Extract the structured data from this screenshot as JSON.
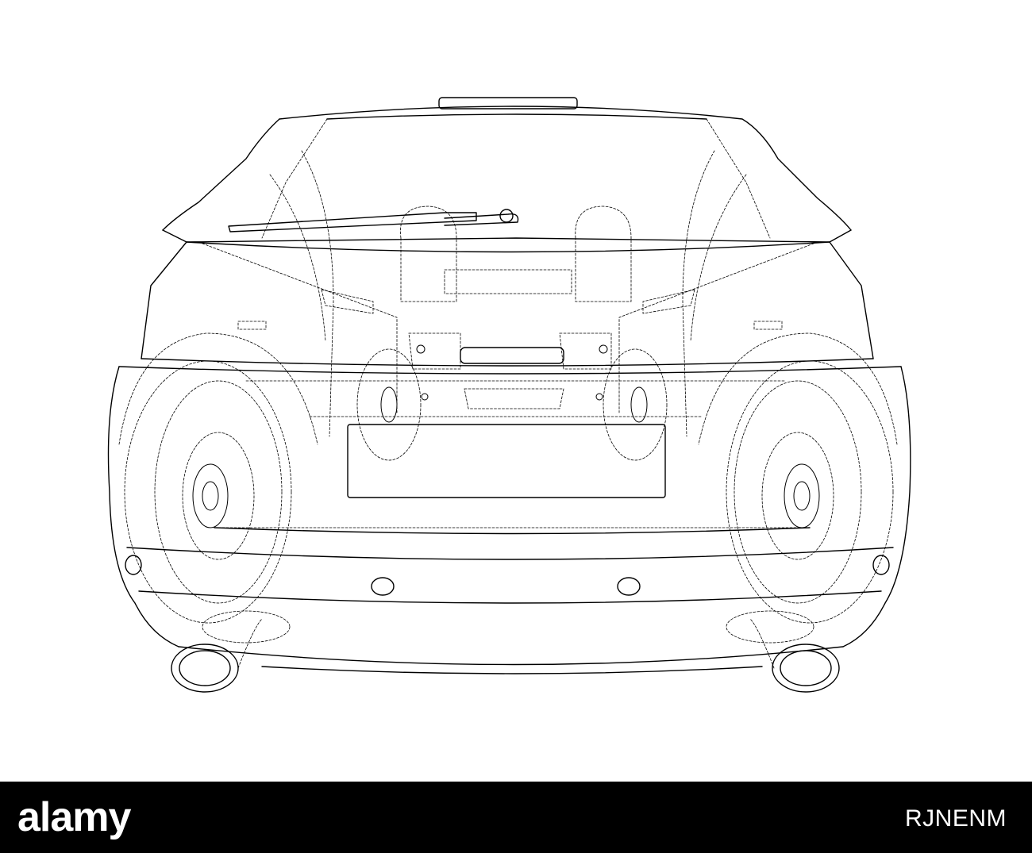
{
  "footer": {
    "logo_text": "alamy",
    "image_id": "RJNENM"
  },
  "colors": {
    "background": "#ffffff",
    "linework": "#000000",
    "footer_background": "#000000",
    "footer_text": "#ffffff"
  },
  "icons": {
    "brand_logo": "alamy-logo"
  }
}
